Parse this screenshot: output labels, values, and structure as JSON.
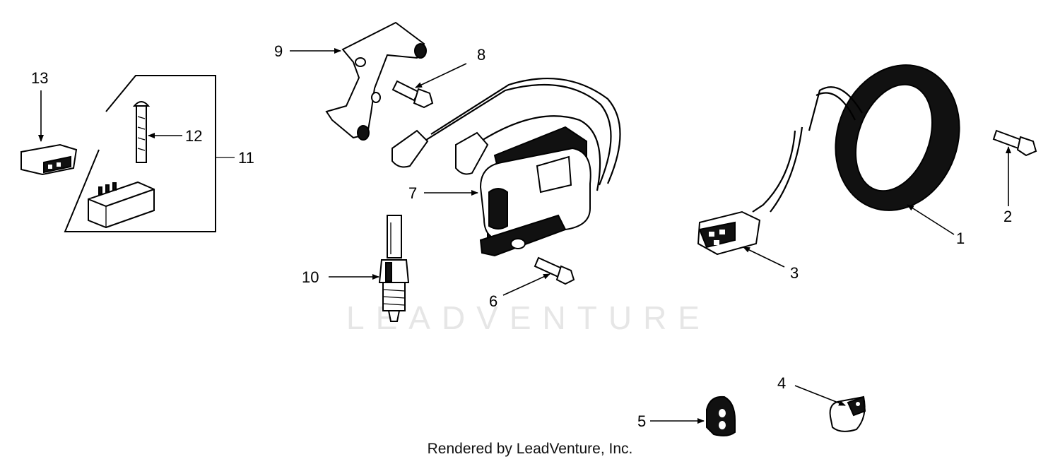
{
  "watermark": "LEADVENTURE",
  "credit": "Rendered by LeadVenture, Inc.",
  "callouts": {
    "c1": "1",
    "c2": "2",
    "c3": "3",
    "c4": "4",
    "c5": "5",
    "c6": "6",
    "c7": "7",
    "c8": "8",
    "c9": "9",
    "c10": "10",
    "c11": "11",
    "c12": "12",
    "c13": "13"
  }
}
